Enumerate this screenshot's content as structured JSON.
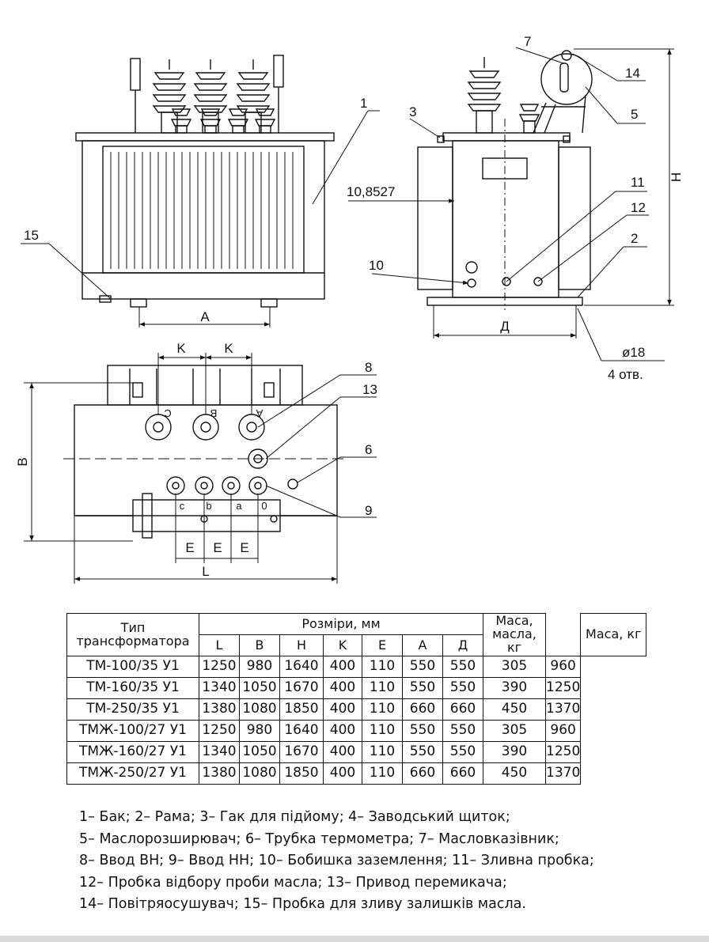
{
  "labels": {
    "c1": "1",
    "c2": "2",
    "c3": "3",
    "c5": "5",
    "c6": "6",
    "c7": "7",
    "c8": "8",
    "c9": "9",
    "c10": "10",
    "c11": "11",
    "c12": "12",
    "c13": "13",
    "c14": "14",
    "c15": "15",
    "dim_a": "A",
    "dim_d": "Д",
    "dim_h": "H",
    "dim_k1": "K",
    "dim_k2": "K",
    "dim_b": "B",
    "dim_l": "L",
    "dim_e1": "E",
    "dim_e2": "E",
    "dim_e3": "E",
    "dim_offset": "10,8527",
    "hole_dia": "ø18",
    "hole_count": "4 отв.",
    "hv_c": "C",
    "hv_b": "B",
    "hv_a": "A",
    "lv_c": "c",
    "lv_b": "b",
    "lv_a": "a",
    "lv_0": "0"
  },
  "table": {
    "head_type": "Тип трансформатора",
    "head_dims": "Розміри, мм",
    "head_oil_mass": "Маса, масла, кг",
    "head_mass": "Маса, кг",
    "columns": [
      "L",
      "B",
      "H",
      "K",
      "E",
      "A",
      "Д"
    ],
    "rows": [
      {
        "type": "ТМ-100/35 У1",
        "dims": [
          "1250",
          "980",
          "1640",
          "400",
          "110",
          "550",
          "550"
        ],
        "oil": "305",
        "mass": "960"
      },
      {
        "type": "ТМ-160/35 У1",
        "dims": [
          "1340",
          "1050",
          "1670",
          "400",
          "110",
          "550",
          "550"
        ],
        "oil": "390",
        "mass": "1250"
      },
      {
        "type": "ТМ-250/35 У1",
        "dims": [
          "1380",
          "1080",
          "1850",
          "400",
          "110",
          "660",
          "660"
        ],
        "oil": "450",
        "mass": "1370"
      },
      {
        "type": "ТМЖ-100/27 У1",
        "dims": [
          "1250",
          "980",
          "1640",
          "400",
          "110",
          "550",
          "550"
        ],
        "oil": "305",
        "mass": "960"
      },
      {
        "type": "ТМЖ-160/27 У1",
        "dims": [
          "1340",
          "1050",
          "1670",
          "400",
          "110",
          "550",
          "550"
        ],
        "oil": "390",
        "mass": "1250"
      },
      {
        "type": "ТМЖ-250/27 У1",
        "dims": [
          "1380",
          "1080",
          "1850",
          "400",
          "110",
          "660",
          "660"
        ],
        "oil": "450",
        "mass": "1370"
      }
    ]
  },
  "legend": [
    "1– Бак; 2– Рама; 3– Гак для підйому; 4– Заводський щиток;",
    "5– Маслорозширювач; 6– Трубка термометра; 7– Масловказівник;",
    "8– Ввод ВН; 9– Ввод НН; 10– Бобишка заземлення; 11– Зливна пробка;",
    "12– Пробка відбору проби масла; 13– Привод перемикача;",
    "14– Повітряосушувач; 15– Пробка для зливу залишків масла."
  ]
}
